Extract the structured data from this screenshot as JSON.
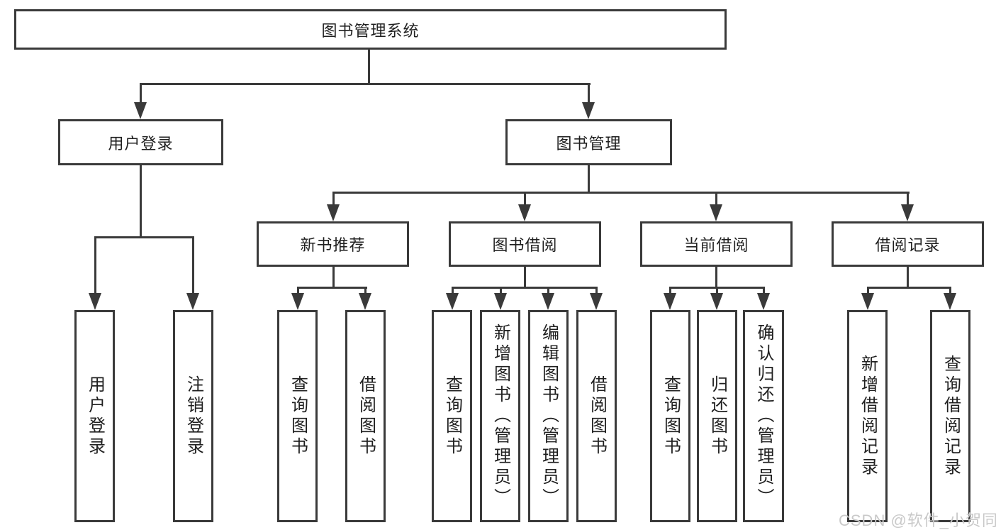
{
  "colors": {
    "line": "#3a3a3a",
    "text": "#1f1f1f",
    "background": "#ffffff",
    "watermark": "#c9c9c9"
  },
  "nodes": {
    "root": "图书管理系统",
    "user_login": "用户登录",
    "book_mgmt": "图书管理",
    "new_book_rec": "新书推荐",
    "book_borrow": "图书借阅",
    "current_borrow": "当前借阅",
    "borrow_records": "借阅记录",
    "leaf_login": "用户登录",
    "leaf_logout": "注销登录",
    "leaf_rec_query": "查询图书",
    "leaf_rec_borrow": "借阅图书",
    "leaf_bb_query": "查询图书",
    "leaf_bb_add": "新增图书（管理员）",
    "leaf_bb_edit": "编辑图书（管理员）",
    "leaf_bb_borrow": "借阅图书",
    "leaf_cb_query": "查询图书",
    "leaf_cb_return": "归还图书",
    "leaf_cb_confirm": "确认归还（管理员）",
    "leaf_br_add": "新增借阅记录",
    "leaf_br_query": "查询借阅记录"
  },
  "watermark": "CSDN @软件_小贺同学"
}
